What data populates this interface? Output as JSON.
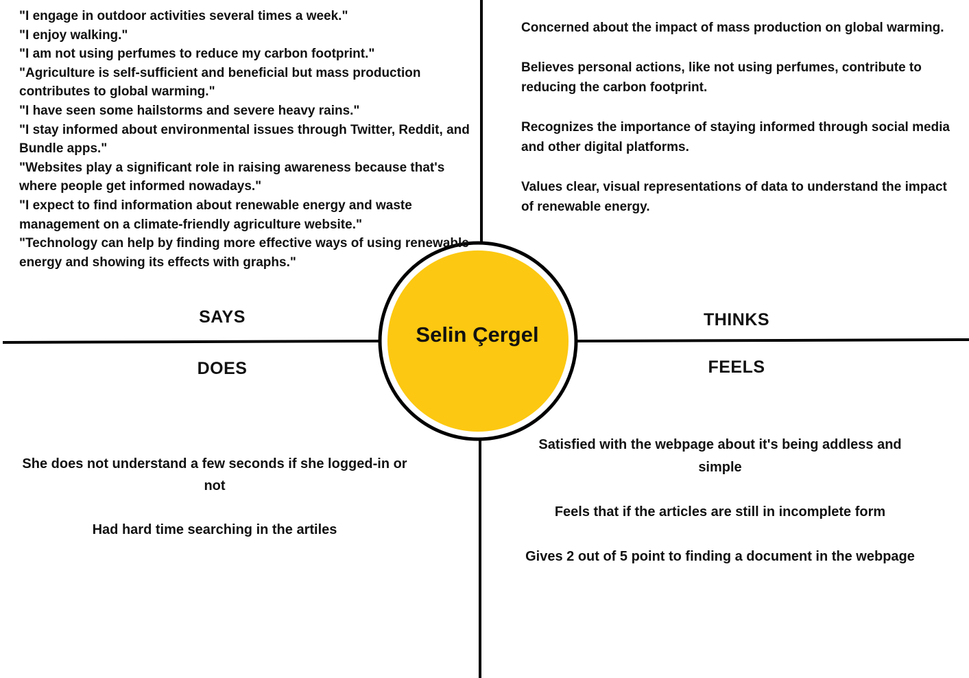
{
  "center": {
    "name": "Selin Çergel",
    "color": "#FCC811"
  },
  "labels": {
    "says": "SAYS",
    "thinks": "THINKS",
    "does": "DOES",
    "feels": "FEELS"
  },
  "says": [
    "\"I engage in outdoor activities several times a week.\"",
    "\"I enjoy walking.\"",
    "\"I am not using perfumes to reduce my carbon footprint.\"",
    "\"Agriculture is self-sufficient and beneficial but mass production contributes to global warming.\"",
    "\"I have seen some hailstorms and severe heavy rains.\"",
    "\"I stay informed about environmental issues through Twitter, Reddit, and Bundle apps.\"",
    "\"Websites play a significant role in raising awareness because that's where people get informed nowadays.\"",
    "\"I expect to find information about renewable energy and waste management on a climate-friendly agriculture website.\"",
    "\"Technology can help by finding more effective ways of using renewable energy and showing its effects with graphs.\""
  ],
  "thinks": [
    "Concerned about the impact of mass production on global warming.",
    "Believes personal actions, like not using perfumes, contribute to reducing the carbon footprint.",
    "Recognizes the importance of staying informed through social media and other digital platforms.",
    "Values clear, visual representations of data to understand the impact of renewable energy."
  ],
  "does": [
    "She does not understand a few seconds if she logged-in or not",
    "Had hard time searching in the artiles"
  ],
  "feels": [
    "Satisfied with the webpage about it's being addless and simple",
    "Feels that if the articles are still in incomplete form",
    "Gives 2 out of 5 point to finding a document in the webpage"
  ]
}
